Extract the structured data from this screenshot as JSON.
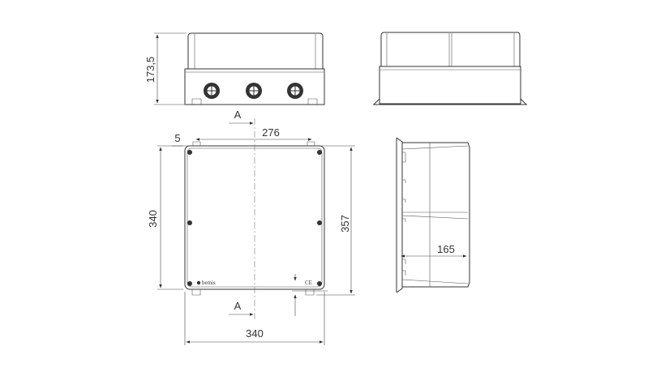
{
  "drawing": {
    "dimensions": {
      "height_front": "173,5",
      "tab_offset": "5",
      "tab_spacing": "276",
      "depth_left": "340",
      "depth_right": "357",
      "width_bottom": "340",
      "section_depth": "165"
    },
    "section_labels": {
      "top": "A",
      "bottom": "A"
    },
    "marks": {
      "brand": "bemis",
      "ce": "CE"
    }
  }
}
